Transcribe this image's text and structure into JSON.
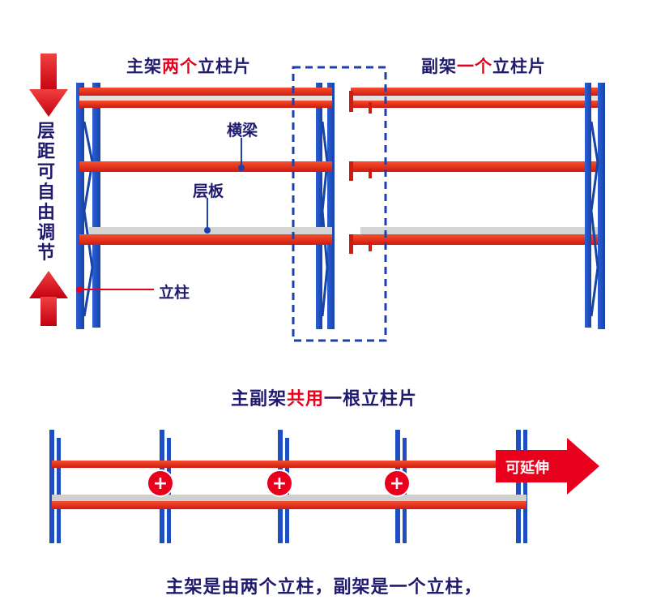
{
  "colors": {
    "upright": "#1e4fc2",
    "beam": "#e8261a",
    "deck": "#cfcfcf",
    "accent": "#e8001c",
    "text": "#1f1a6e"
  },
  "top_left_title": {
    "pre": "主架",
    "highlight": "两个",
    "post": "立柱片"
  },
  "top_right_title": {
    "pre": "副架",
    "highlight": "一个",
    "post": "立柱片"
  },
  "vertical_note": "层距可自由调节",
  "labels": {
    "beam": "横梁",
    "deck": "层板",
    "upright": "立柱"
  },
  "middle_caption": {
    "pre": "主副架",
    "highlight": "共用",
    "post": "一根立柱片"
  },
  "extend_label": "可延伸",
  "plus_symbol": "+",
  "bottom_caption": "主架是由两个立柱，副架是一个立柱，"
}
